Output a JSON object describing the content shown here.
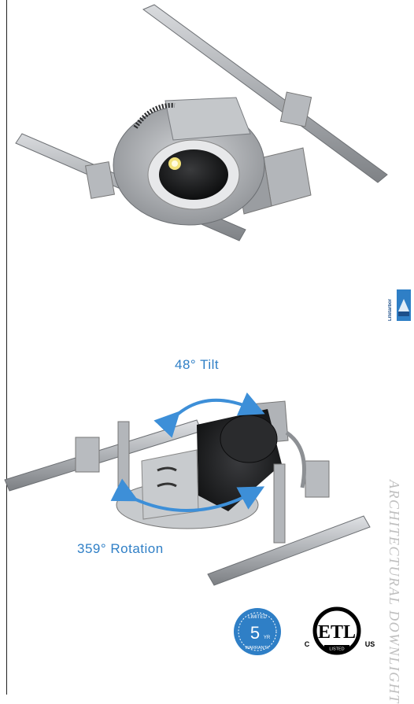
{
  "brand": {
    "name": "Litetarbor",
    "icon": "brand-logo-icon",
    "color": "#1c4f8a"
  },
  "labels": {
    "tilt": "48°  Tilt",
    "rotation": "359°  Rotation",
    "side_title": "ARCHITECTURAL DOWNLIGHT"
  },
  "warranty": {
    "top": "LIMITED",
    "number": "5",
    "unit": "YR",
    "bottom": "WARRANTY"
  },
  "etl": {
    "mark": "ETL",
    "left": "C",
    "right": "US",
    "sub": "LISTED"
  },
  "colors": {
    "accent": "#2f7fc6",
    "arrow": "#3d8fd8",
    "metal": "#b9bcc0",
    "heatsink": "#1e1f21"
  }
}
